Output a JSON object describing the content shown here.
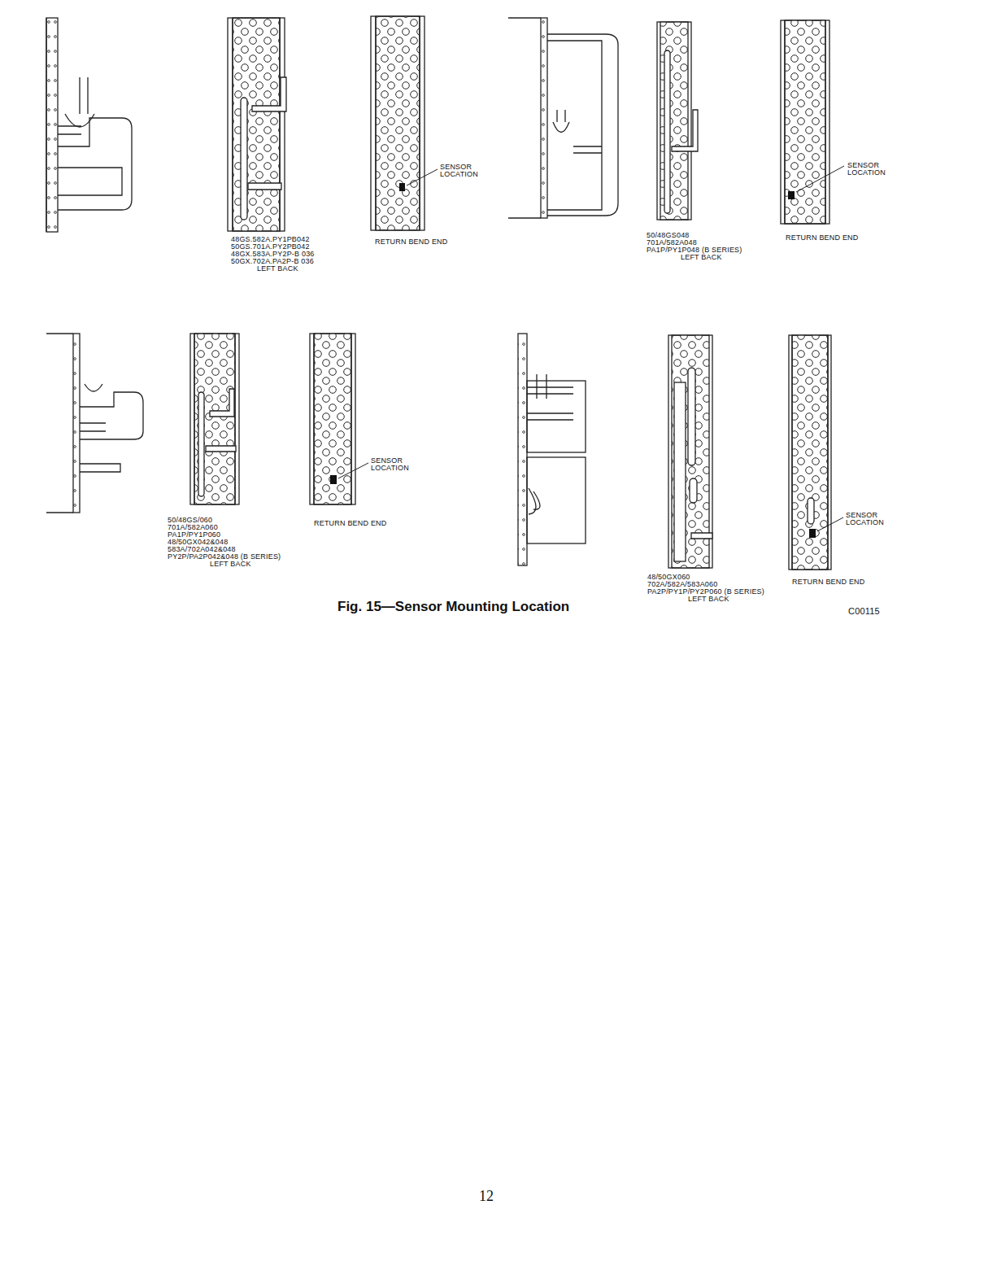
{
  "diagram": {
    "caption": "Fig. 15—Sensor Mounting Location",
    "labels": [
      "48GS.582A.PY1PB042",
      "50GS.701A.PY2PB042",
      "48GX.583A.PY2P-B 036",
      "50GX.702A.PA2P-B 036",
      "LEFT BACK",
      "RETURN BEND END",
      "SENSOR LOCATION",
      "50/48GS048",
      "701A/582A048",
      "PA1P/PY1P048 (B SERIES)",
      "LEFT BACK",
      "RETURN BEND END",
      "SENSOR LOCATION",
      "50/48GS/060",
      "701A/582A060",
      "PA1P/PY1P060",
      "48/50GX042&048",
      "583A/702A042&048",
      "PY2P/PA2P042&048 (B SERIES)",
      "LEFT BACK",
      "RETURN BEND END",
      "SENSOR LOCATION",
      "48/50GX060",
      "702A/582A/583A060",
      "PA2P/PY1P/PY2P060 (B SERIES)",
      "LEFT BACK",
      "RETURN BEND END",
      "SENSOR LOCATION",
      "C00115",
      "12"
    ]
  }
}
